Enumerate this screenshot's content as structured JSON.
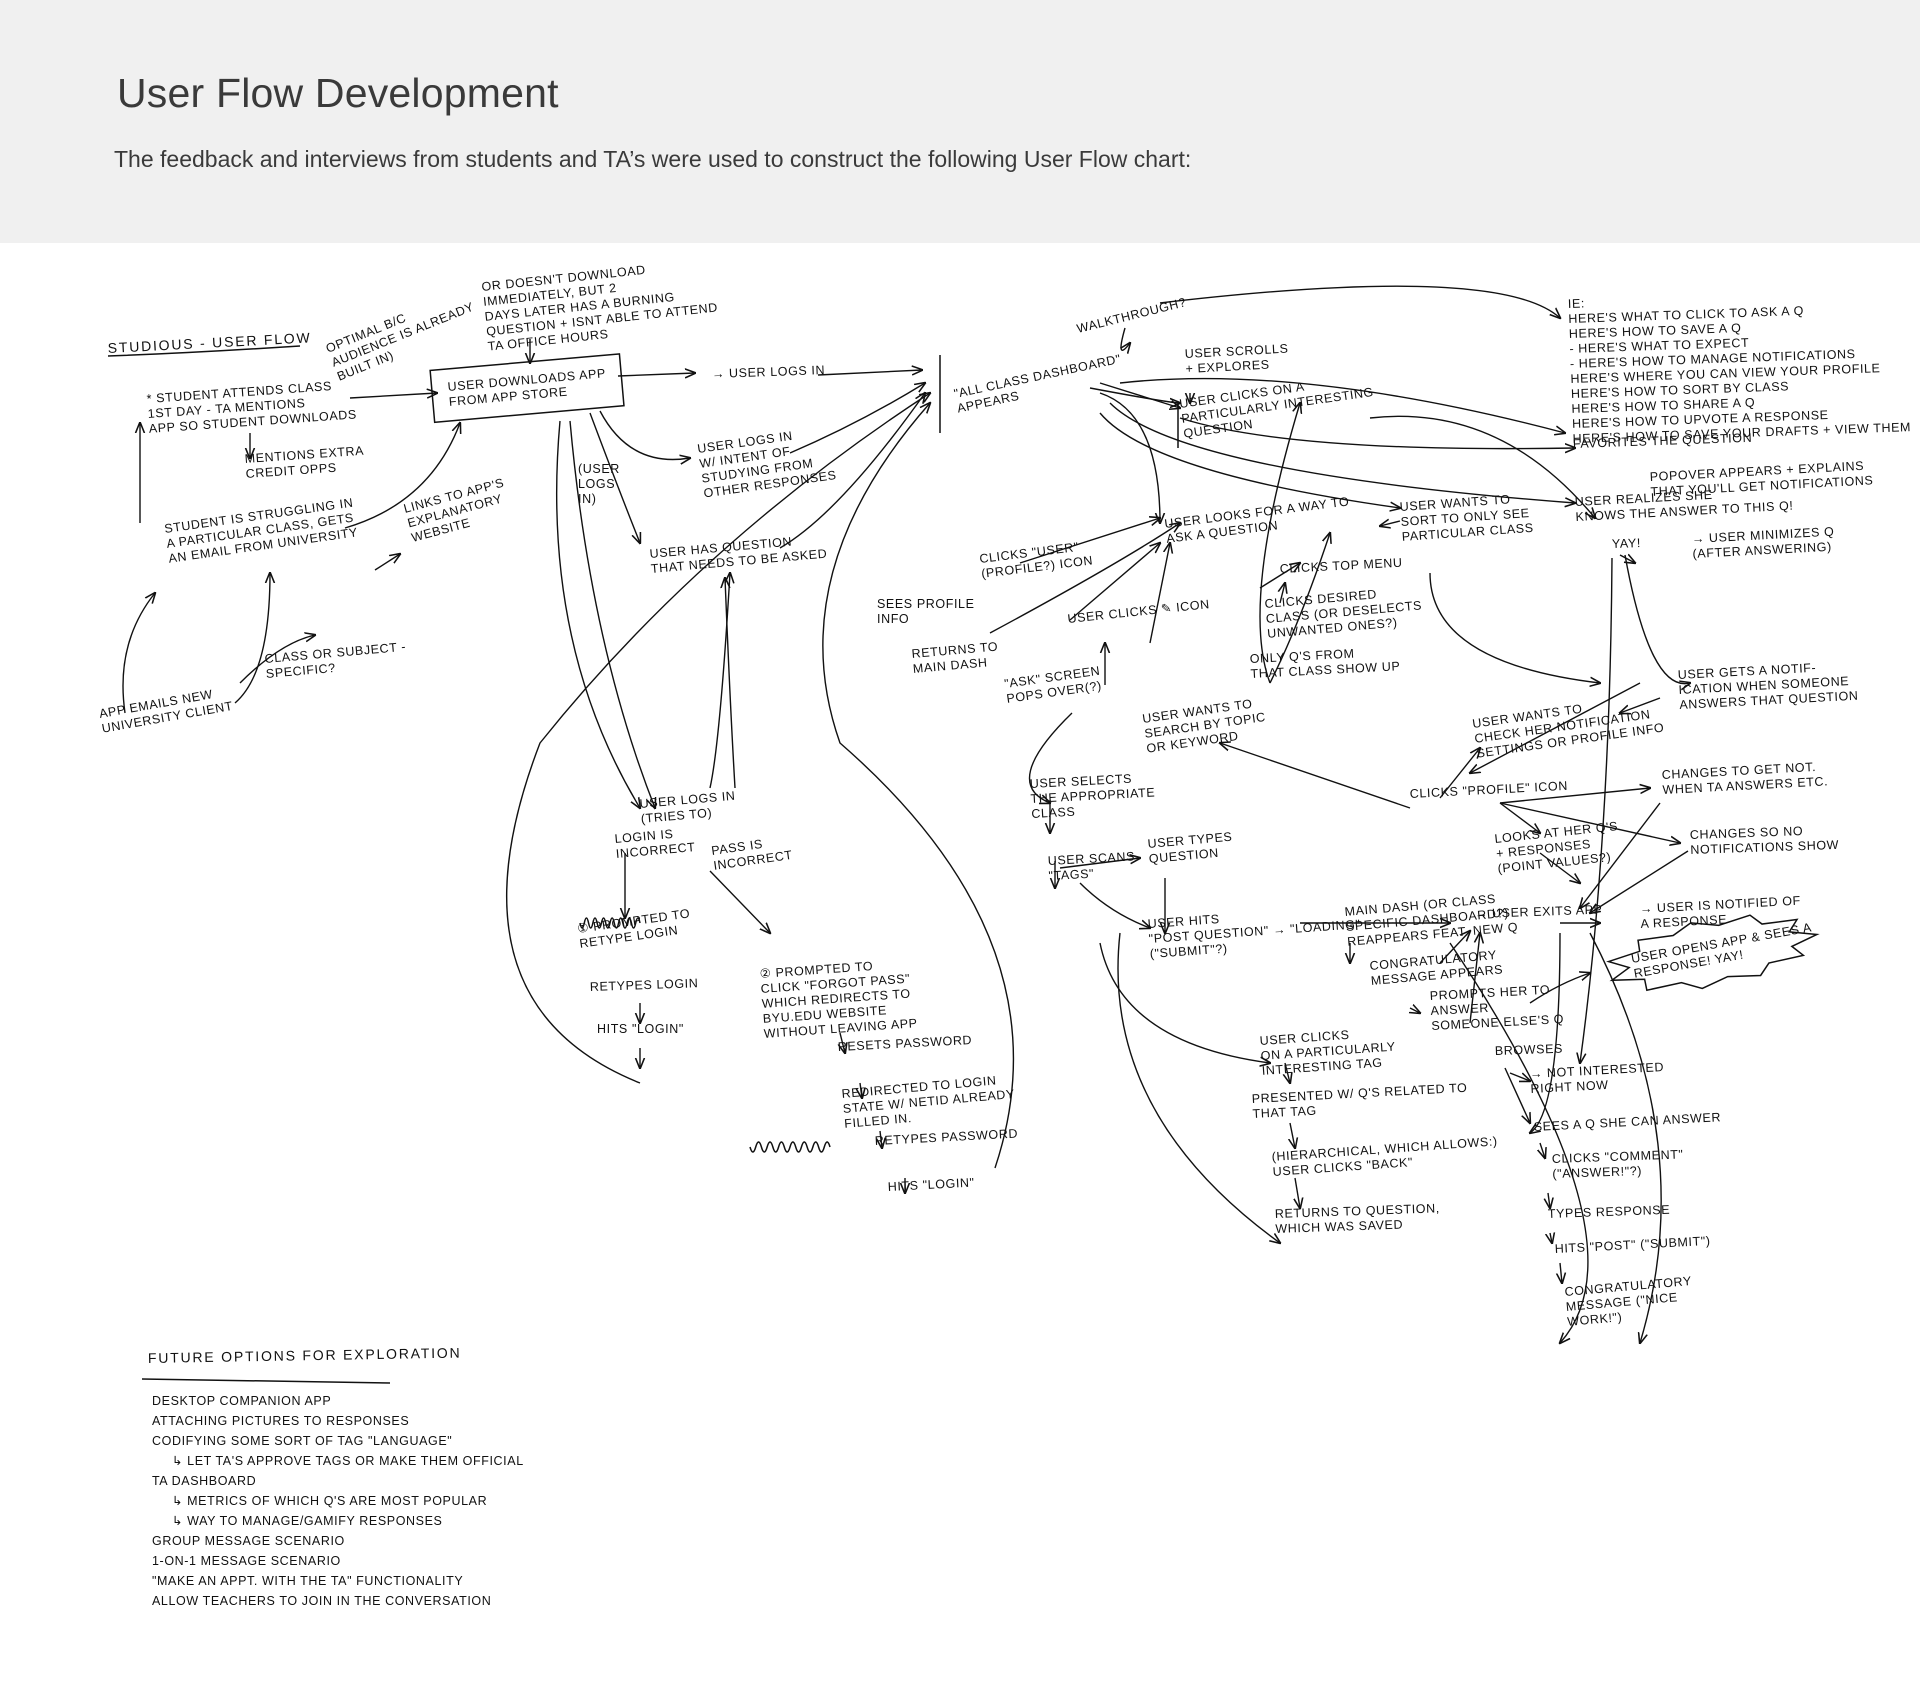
{
  "header": {
    "title": "User Flow Development",
    "subtitle": "The feedback and interviews from students and TA’s were used to construct the following User Flow chart:"
  },
  "diagram": {
    "title": "Studious - User Flow",
    "nodes": [
      {
        "id": "optimal",
        "lines": [
          "Optimal b/c",
          "audience is already",
          "built in)"
        ]
      },
      {
        "id": "or_doesnt",
        "lines": [
          "or doesn't download",
          "immediately, but 2",
          "days later has a burning",
          "question + isnt able to attend",
          "TA office hours"
        ]
      },
      {
        "id": "student_attends",
        "lines": [
          "* Student attends class",
          "1st day - TA mentions",
          "app so student downloads"
        ]
      },
      {
        "id": "mentions_extra",
        "lines": [
          "mentions extra",
          "credit opps"
        ]
      },
      {
        "id": "user_downloads",
        "lines": [
          "User downloads app",
          "from app store"
        ]
      },
      {
        "id": "user_logs_in_1",
        "lines": [
          "→ user logs in"
        ]
      },
      {
        "id": "all_class",
        "lines": [
          "\"All class dashboard\"",
          "appears"
        ]
      },
      {
        "id": "walkthrough",
        "lines": [
          "walkthrough?"
        ]
      },
      {
        "id": "ie_list",
        "lines": [
          "IE:",
          "here's what to click to ask a Q",
          "here's how to save a Q",
          "- here's what to expect",
          "- here's how to manage notifications",
          "here's where you can view your profile",
          "here's how to sort by class",
          "here's how to share a Q",
          "here's how to upvote a response",
          "here's how to save your drafts + view them"
        ]
      },
      {
        "id": "user_scrolls",
        "lines": [
          "user scrolls",
          "+ explores"
        ]
      },
      {
        "id": "user_clicks_q",
        "lines": [
          "user clicks on a",
          "particularly interesting",
          "question"
        ]
      },
      {
        "id": "favorites",
        "lines": [
          "favorites the question"
        ]
      },
      {
        "id": "popover",
        "lines": [
          "popover appears + explains",
          "that you'll get notifications"
        ]
      },
      {
        "id": "student_struggling",
        "lines": [
          "Student is struggling in",
          "a particular class, gets",
          "an email from university"
        ]
      },
      {
        "id": "links_to",
        "lines": [
          "links to app's",
          "explanatory",
          "website"
        ]
      },
      {
        "id": "user_logs_in_intent",
        "lines": [
          "user logs in",
          "w/ intent of",
          "studying from",
          "other responses"
        ]
      },
      {
        "id": "user_logs_in_side",
        "lines": [
          "(user",
          "logs",
          "in)"
        ]
      },
      {
        "id": "user_has_question",
        "lines": [
          "user has question",
          "that needs to be asked"
        ]
      },
      {
        "id": "user_looks",
        "lines": [
          "user looks for a way to",
          "ask a question"
        ]
      },
      {
        "id": "user_wants_sort",
        "lines": [
          "user wants to",
          "sort to only see",
          "particular class"
        ]
      },
      {
        "id": "user_realizes",
        "lines": [
          "user realizes she",
          "knows the answer to this Q!"
        ]
      },
      {
        "id": "yay",
        "lines": [
          "yay!"
        ]
      },
      {
        "id": "user_minimizes",
        "lines": [
          "→ user minimizes Q",
          "(after answering)"
        ]
      },
      {
        "id": "clicks_user",
        "lines": [
          "clicks \"user\"",
          "(profile?) icon"
        ]
      },
      {
        "id": "sees_profile",
        "lines": [
          "sees profile",
          "info"
        ]
      },
      {
        "id": "returns_main",
        "lines": [
          "returns to",
          "main dash"
        ]
      },
      {
        "id": "clicks_top",
        "lines": [
          "clicks top menu"
        ]
      },
      {
        "id": "clicks_desired",
        "lines": [
          "clicks desired",
          "class (or deselects",
          "unwanted ones?)"
        ]
      },
      {
        "id": "only_qs",
        "lines": [
          "only Q's from",
          "that class show up"
        ]
      },
      {
        "id": "user_clicks_icon",
        "lines": [
          "user clicks ✎ icon"
        ]
      },
      {
        "id": "ask_screen",
        "lines": [
          "\"ask\" screen",
          "pops over(?)"
        ]
      },
      {
        "id": "class_or_subject",
        "lines": [
          "class or subject -",
          "specific?"
        ]
      },
      {
        "id": "app_emails",
        "lines": [
          "App emails new",
          "university client"
        ]
      },
      {
        "id": "user_wants_search",
        "lines": [
          "user wants to",
          "search by topic",
          "or keyword"
        ]
      },
      {
        "id": "user_gets_notif",
        "lines": [
          "user gets a notif-",
          "ication when someone",
          "answers that question"
        ]
      },
      {
        "id": "user_wants_check",
        "lines": [
          "user wants to",
          "check her notification",
          "settings or profile info"
        ]
      },
      {
        "id": "user_selects",
        "lines": [
          "user selects",
          "the appropriate",
          "class"
        ]
      },
      {
        "id": "clicks_profile",
        "lines": [
          "clicks \"profile\" icon"
        ]
      },
      {
        "id": "changes_get_not",
        "lines": [
          "changes to get not.",
          "when TA answers etc."
        ]
      },
      {
        "id": "user_logs_in_tries",
        "lines": [
          "user logs in",
          "(tries to)"
        ]
      },
      {
        "id": "login_incorrect",
        "lines": [
          "login is",
          "incorrect"
        ]
      },
      {
        "id": "pass_incorrect",
        "lines": [
          "pass is",
          "incorrect"
        ]
      },
      {
        "id": "looks_at_qs",
        "lines": [
          "looks at her Q's",
          "+ responses",
          "(point values?)"
        ]
      },
      {
        "id": "changes_so_no",
        "lines": [
          "changes so no",
          "notifications show"
        ]
      },
      {
        "id": "user_types_q",
        "lines": [
          "user types",
          "question"
        ]
      },
      {
        "id": "user_scans",
        "lines": [
          "user scans",
          "\"tags\""
        ]
      },
      {
        "id": "prompted_retype",
        "lines": [
          "① prompted to",
          "retype login"
        ]
      },
      {
        "id": "prompted_forgot",
        "lines": [
          "② prompted to",
          "click \"forgot pass\"",
          "which redirects to",
          "byu.edu website",
          "without leaving app"
        ]
      },
      {
        "id": "user_hits_post",
        "lines": [
          "user hits",
          "\"post question\" → \"loading\"",
          "(\"submit\"?)"
        ]
      },
      {
        "id": "main_dash_reappears",
        "lines": [
          "main dash (or class",
          "specific dashboard?)",
          "reappears feat. new Q"
        ]
      },
      {
        "id": "user_exits",
        "lines": [
          "→ user exits app"
        ]
      },
      {
        "id": "user_notified",
        "lines": [
          "→ user is notified of",
          "a response"
        ]
      },
      {
        "id": "user_opens",
        "lines": [
          "user opens app & sees a",
          "response! yay!"
        ]
      },
      {
        "id": "congrats_appears",
        "lines": [
          "congratulatory",
          "message appears"
        ]
      },
      {
        "id": "retypes_login",
        "lines": [
          "retypes login"
        ]
      },
      {
        "id": "prompts_her",
        "lines": [
          "prompts her to",
          "answer",
          "someone else's Q"
        ]
      },
      {
        "id": "hits_login_1",
        "lines": [
          "hits \"login\""
        ]
      },
      {
        "id": "resets_password",
        "lines": [
          "resets password"
        ]
      },
      {
        "id": "user_clicks_tag",
        "lines": [
          "user clicks",
          "on a particularly",
          "interesting tag"
        ]
      },
      {
        "id": "browses",
        "lines": [
          "browses"
        ]
      },
      {
        "id": "not_interested",
        "lines": [
          "→ not interested",
          "right now"
        ]
      },
      {
        "id": "redirected",
        "lines": [
          "redirected to login",
          "state w/ netid already",
          "filled in."
        ]
      },
      {
        "id": "presented",
        "lines": [
          "presented w/ Q's related to",
          "that tag"
        ]
      },
      {
        "id": "sees_a_q",
        "lines": [
          "sees a Q she can answer"
        ]
      },
      {
        "id": "hierarchical",
        "lines": [
          "(hierarchical, which allows:)",
          "user clicks \"back\""
        ]
      },
      {
        "id": "retypes_password",
        "lines": [
          "retypes password"
        ]
      },
      {
        "id": "clicks_comment",
        "lines": [
          "clicks \"comment\"",
          "(\"answer!\"?)"
        ]
      },
      {
        "id": "hits_login_2",
        "lines": [
          "hits \"login\""
        ]
      },
      {
        "id": "returns_question",
        "lines": [
          "returns to question,",
          "which was saved"
        ]
      },
      {
        "id": "types_response",
        "lines": [
          "types response"
        ]
      },
      {
        "id": "hits_post",
        "lines": [
          "hits \"post\" (\"submit\")"
        ]
      },
      {
        "id": "congrats_nice",
        "lines": [
          "congratulatory",
          "message (\"nice",
          "work!\")"
        ]
      }
    ],
    "future": {
      "title": "Future options for exploration",
      "items": [
        "Desktop companion app",
        "Attaching pictures to responses",
        "Codifying some sort of tag \"language\"",
        "↳ let TA's approve tags or make them official",
        "TA dashboard",
        "↳ metrics of which Q's are most popular",
        "↳ way to manage/gamify responses",
        "Group message scenario",
        "1-on-1 message scenario",
        "\"make an appt. with the TA\" functionality",
        "allow teachers to join in the conversation"
      ]
    }
  }
}
